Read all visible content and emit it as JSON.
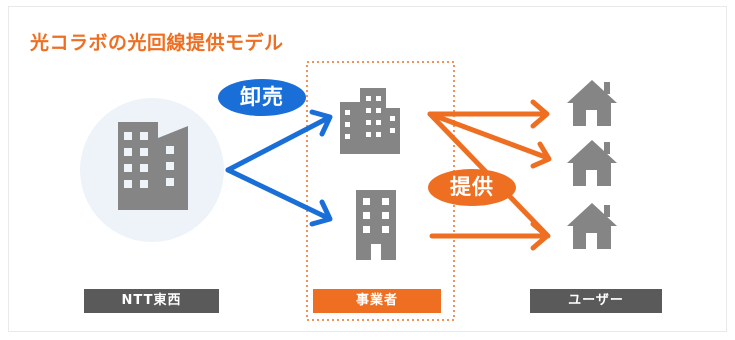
{
  "title": "光コラボの光回線提供モデル",
  "labels": {
    "ntt": "NTT東西",
    "business": "事業者",
    "user": "ユーザー"
  },
  "flows": {
    "wholesale": "卸売",
    "provide": "提供"
  },
  "colors": {
    "accent_orange": "#ee6f22",
    "accent_blue": "#1a6ed8",
    "icon_gray": "#858585",
    "label_gray": "#5a5a5a",
    "circle_bg": "#eef3fa"
  },
  "icons": {
    "ntt": "office-building-icon",
    "business": [
      "office-building-icon",
      "office-building-icon"
    ],
    "users": [
      "house-icon",
      "house-icon",
      "house-icon"
    ]
  }
}
